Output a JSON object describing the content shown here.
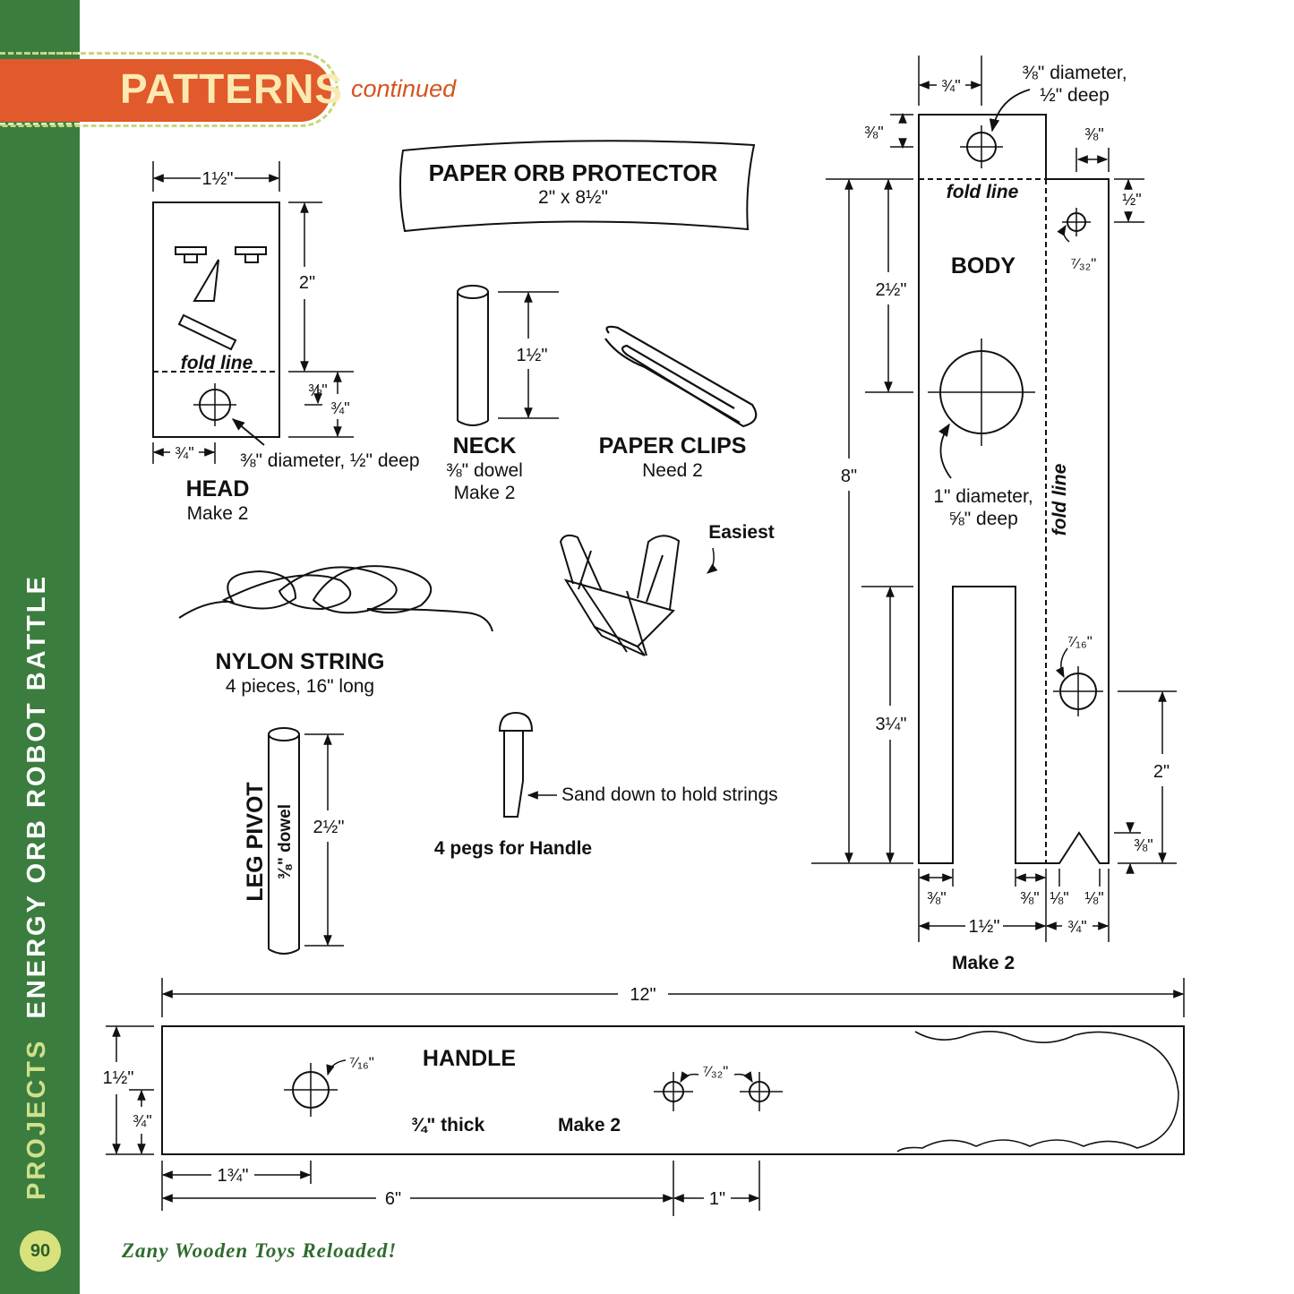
{
  "header": {
    "title": "PATTERNS",
    "subtitle": "continued"
  },
  "sidebar": {
    "section": "PROJECTS",
    "book_title": "ENERGY ORB ROBOT BATTLE",
    "page_number": "90"
  },
  "footer": {
    "book_name": "Zany Wooden Toys Reloaded!"
  },
  "head": {
    "name": "HEAD",
    "qty": "Make 2",
    "fold": "fold line",
    "dim_width": "1½\"",
    "dim_top": "2\"",
    "dim_hole_offset": "⅜\"",
    "dim_bottom": "¾\"",
    "dim_hole_x": "¾\"",
    "hole_note": "⅜\" diameter, ½\" deep"
  },
  "protector": {
    "name": "PAPER ORB PROTECTOR",
    "size": "2\" x 8½\""
  },
  "neck": {
    "name": "NECK",
    "material": "⅜\" dowel",
    "qty": "Make 2",
    "length": "1½\""
  },
  "clips": {
    "name": "PAPER CLIPS",
    "qty": "Need 2",
    "note": "Easiest"
  },
  "string": {
    "name": "NYLON STRING",
    "qty": "4 pieces, 16\" long"
  },
  "pivot": {
    "name": "LEG PIVOT",
    "material": "⅜\" dowel",
    "length": "2½\""
  },
  "peg": {
    "note": "Sand down to hold strings",
    "qty": "4 pegs for Handle"
  },
  "body": {
    "name": "BODY",
    "qty": "Make 2",
    "fold_top": "fold line",
    "fold_side": "fold line",
    "top_hole": "⅜\" diameter,",
    "top_hole_depth": "½\" deep",
    "big_hole": "1\" diameter,",
    "big_hole_depth": "⅝\" deep",
    "d_top_x": "¾\"",
    "d_top_y": "⅜\"",
    "d_step_w": "⅜\"",
    "d_step_h": "½\"",
    "d_small_hole": "⁷⁄₃₂\"",
    "d_upper": "2½\"",
    "d_total": "8\"",
    "d_lower": "3¼\"",
    "d_mid_hole": "⁷⁄₁₆\"",
    "d_right": "2\"",
    "d_notch_h": "⅜\"",
    "d_leg_w": "⅜\"",
    "d_slot_r": "⅜\"",
    "d_gap": "⅛\"",
    "d_gap2": "⅛\"",
    "d_width": "1½\"",
    "d_side": "¾\""
  },
  "handle": {
    "name": "HANDLE",
    "thickness": "¾\" thick",
    "qty": "Make 2",
    "d_length": "12\"",
    "d_height": "1½\"",
    "d_half": "¾\"",
    "d_hole1": "1¾\"",
    "d_six": "6\"",
    "d_one": "1\"",
    "d_big_hole": "⁷⁄₁₆\"",
    "d_small_holes": "⁷⁄₃₂\""
  }
}
